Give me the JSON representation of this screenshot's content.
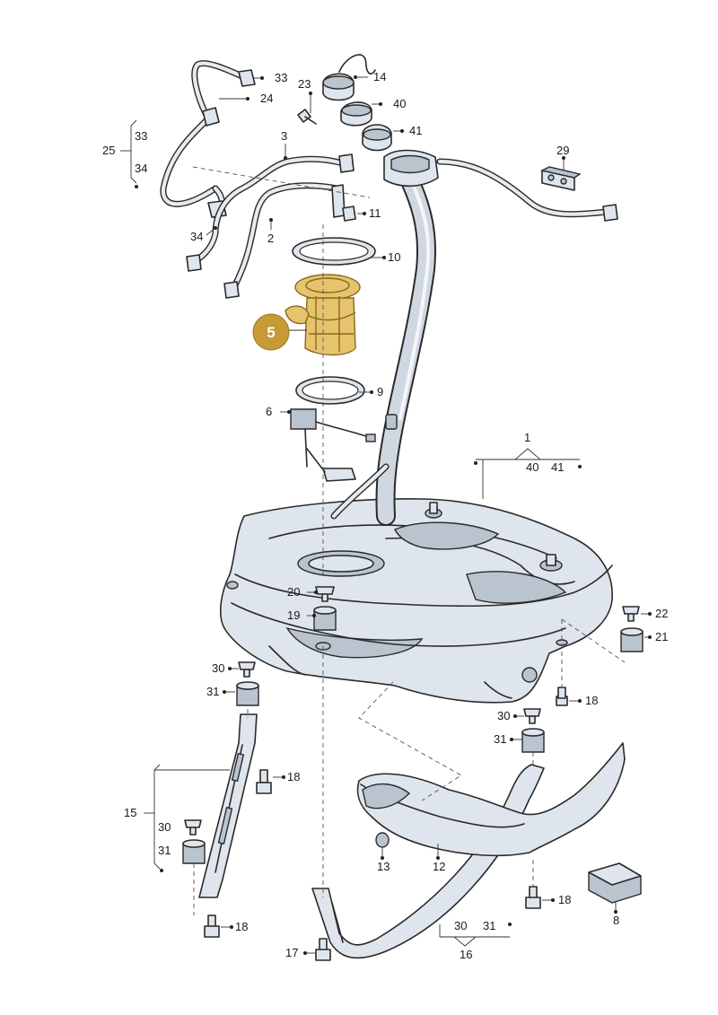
{
  "diagram": {
    "highlight_color": "#c69a34",
    "highlighted_part": "5",
    "callouts": {
      "c1": "1",
      "c1_40": "40",
      "c1_41": "41",
      "c2": "2",
      "c3": "3",
      "c5": "5",
      "c6": "6",
      "c8": "8",
      "c9": "9",
      "c10": "10",
      "c11": "11",
      "c12": "12",
      "c13": "13",
      "c14": "14",
      "c15": "15",
      "c15_30": "30",
      "c15_31": "31",
      "c16": "16",
      "c16_30": "30",
      "c16_31": "31",
      "c17": "17",
      "c18a": "18",
      "c18b": "18",
      "c18c": "18",
      "c18d": "18",
      "c19": "19",
      "c20": "20",
      "c21": "21",
      "c22": "22",
      "c23": "23",
      "c24": "24",
      "c25": "25",
      "c25_33": "33",
      "c25_34": "34",
      "c29": "29",
      "c30a": "30",
      "c30b": "30",
      "c31a": "31",
      "c31b": "31",
      "c33": "33",
      "c34": "34",
      "c40": "40",
      "c41": "41"
    }
  }
}
